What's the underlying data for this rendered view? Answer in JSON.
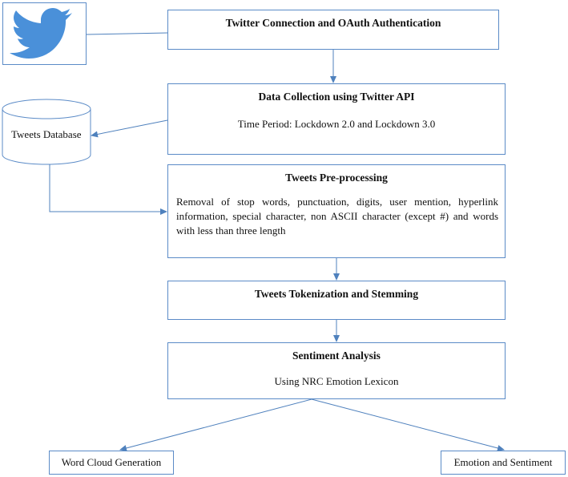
{
  "logo": {
    "icon": "twitter-bird-icon",
    "color": "#4a90d9"
  },
  "steps": {
    "oauth": {
      "title": "Twitter Connection and OAuth Authentication"
    },
    "collection": {
      "title": "Data Collection using Twitter API",
      "detail": "Time Period: Lockdown 2.0 and Lockdown 3.0"
    },
    "preprocessing": {
      "title": "Tweets Pre-processing",
      "detail": "Removal of stop words, punctuation, digits, user mention, hyperlink information, special character, non ASCII character (except #) and words with less than three length"
    },
    "tokenization": {
      "title": "Tweets Tokenization and Stemming"
    },
    "sentiment": {
      "title": "Sentiment Analysis",
      "detail": "Using NRC Emotion Lexicon"
    }
  },
  "database": {
    "label": "Tweets Database"
  },
  "outputs": {
    "wordcloud": "Word Cloud Generation",
    "emotion": "Emotion and Sentiment"
  },
  "colors": {
    "stroke": "#5b8bc7",
    "arrow": "#4f81bd"
  }
}
